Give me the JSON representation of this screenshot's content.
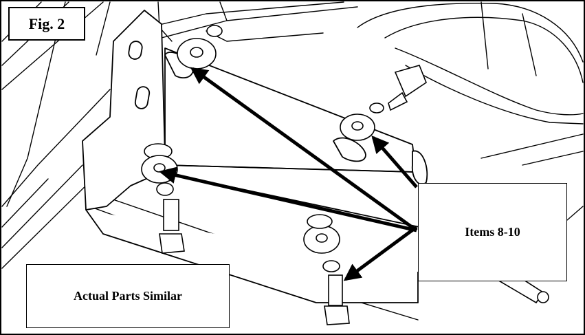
{
  "figure": {
    "label": "Fig. 2",
    "callout": "Items 8-10",
    "note": "Actual Parts Similar"
  },
  "colors": {
    "line": "#000000",
    "background": "#ffffff"
  }
}
